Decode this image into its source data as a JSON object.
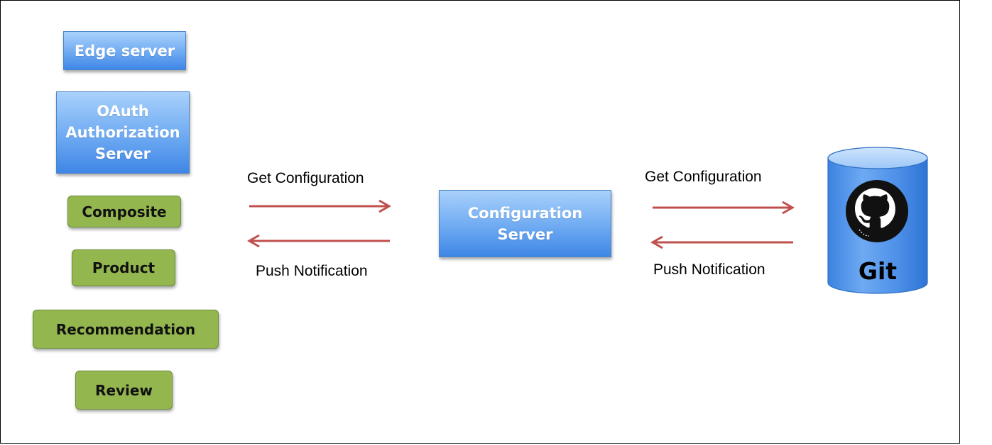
{
  "services": {
    "edge_server": "Edge server",
    "oauth_server": "OAuth Authorization Server",
    "composite": "Composite",
    "product": "Product",
    "recommendation": "Recommendation",
    "review": "Review"
  },
  "config_server": "Configuration Server",
  "left_arrows": {
    "top_label": "Get Configuration",
    "bottom_label": "Push Notification"
  },
  "right_arrows": {
    "top_label": "Get Configuration",
    "bottom_label": "Push Notification"
  },
  "git": {
    "label": "Git",
    "icon": "github-octocat-icon"
  },
  "colors": {
    "arrow": "#c0504d",
    "blue_box": "#6eaaf2",
    "green_box": "#93b64f"
  }
}
